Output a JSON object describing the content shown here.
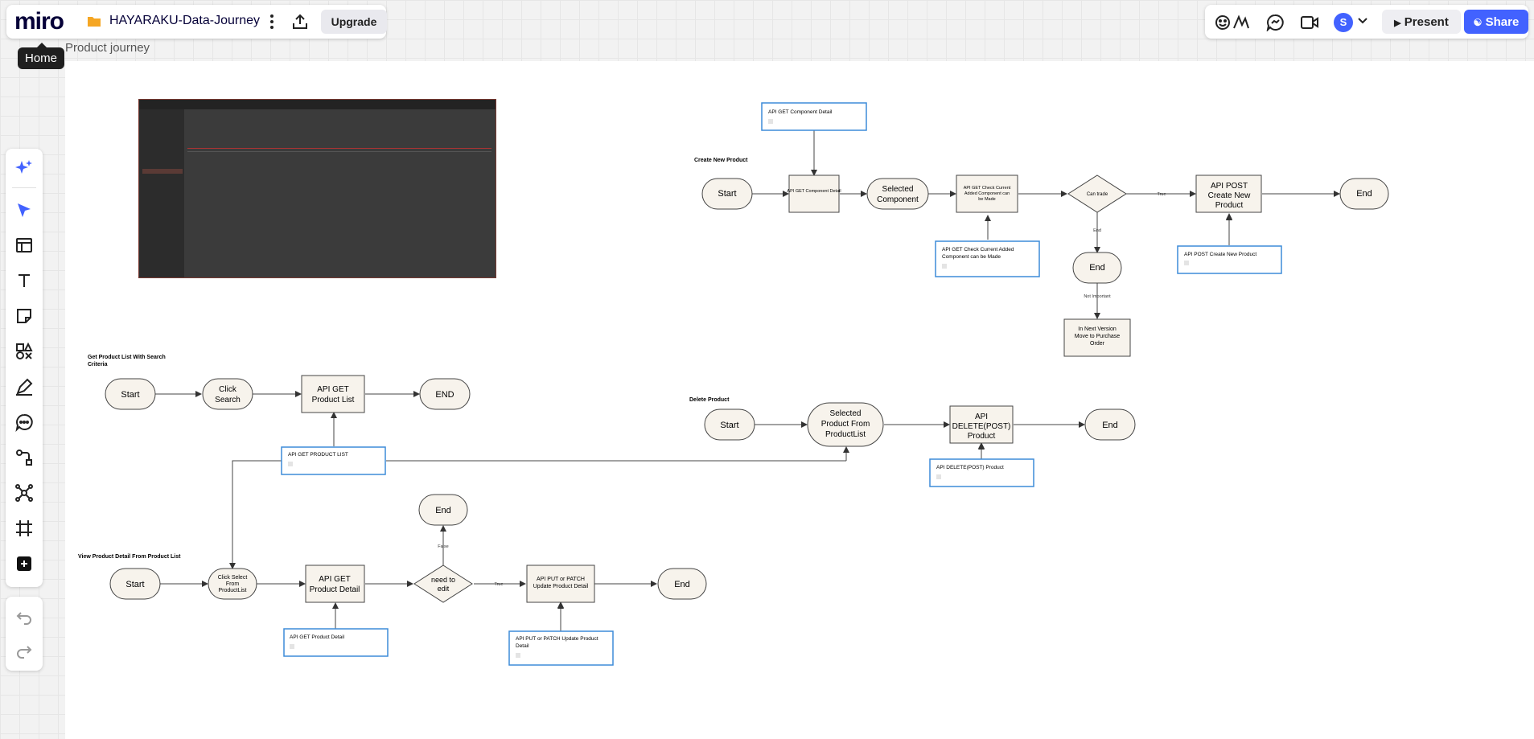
{
  "app": {
    "logo": "miro",
    "board_name": "HAYARAKU-Data-Journey",
    "upgrade_label": "Upgrade"
  },
  "tooltip": {
    "home": "Home"
  },
  "frame": {
    "title": "Product journey"
  },
  "header_right": {
    "avatar_initial": "S",
    "present_label": "Present",
    "share_label": "Share"
  },
  "icons": {
    "logo": "miro-logo",
    "folder": "folder-icon",
    "more": "kebab-icon",
    "export": "export-icon",
    "reactions": "reactions-icon",
    "comments": "chat-icon",
    "video": "video-icon",
    "tools": [
      "ai-sparkle-icon",
      "cursor-icon",
      "templates-icon",
      "text-icon",
      "sticky-note-icon",
      "shapes-icon",
      "pen-icon",
      "comment-icon",
      "connector-icon",
      "mindmap-icon",
      "frame-icon",
      "add-icon",
      "undo-icon",
      "redo-icon"
    ]
  },
  "colors": {
    "accent": "#4262ff",
    "node_fill": "#f7f3ec",
    "card_border": "#3d8cd9"
  },
  "diagram": {
    "create_new_product": {
      "title": "Create New Product",
      "start": "Start",
      "api_get_component": "API GET Component Detail",
      "selected_component": [
        "Selected",
        "Component"
      ],
      "check_node": [
        "API GET Check Current",
        "Added Component can",
        "be Made"
      ],
      "decision": "Can trade",
      "true_label": "True",
      "end_label": "End",
      "api_post": [
        "API POST",
        "Create New",
        "Product"
      ],
      "end": "End",
      "end_mid": "End",
      "not_important": "Not Important",
      "next_version": [
        "In Next Version",
        "Move to Purchase",
        "Order"
      ],
      "card_component_detail": "API GET Component Detail",
      "card_check": [
        "API GET Check Current Added",
        "Component can be Made"
      ],
      "card_post": "API POST Create New Product"
    },
    "get_product_list": {
      "title": [
        "Get Product List With Search",
        "Criteria"
      ],
      "start": "Start",
      "click_search": [
        "Click",
        "Search"
      ],
      "api_get": [
        "API GET",
        "Product List"
      ],
      "end": "END",
      "card": "API GET PRODUCT LIST"
    },
    "delete_product": {
      "title": "Delete Product",
      "start": "Start",
      "selected": [
        "Selected",
        "Product From",
        "ProductList"
      ],
      "api_delete": [
        "API",
        "DELETE(POST)",
        "Product"
      ],
      "end": "End",
      "card": "API DELETE(POST) Product"
    },
    "view_product_detail": {
      "title": "View Product Detail From Product List",
      "start": "Start",
      "click_select": [
        "Click Select",
        "From",
        "ProductList"
      ],
      "api_get": [
        "API GET",
        "Product Detail"
      ],
      "decision": [
        "need to",
        "edit"
      ],
      "false_label": "False",
      "true_label": "True",
      "end_top": "End",
      "api_put": [
        "API PUT or PATCH",
        "Update Product Detail"
      ],
      "end": "End",
      "card_get": "API GET Product Detail",
      "card_put": [
        "API PUT or PATCH Update Product",
        "Detail"
      ]
    }
  }
}
